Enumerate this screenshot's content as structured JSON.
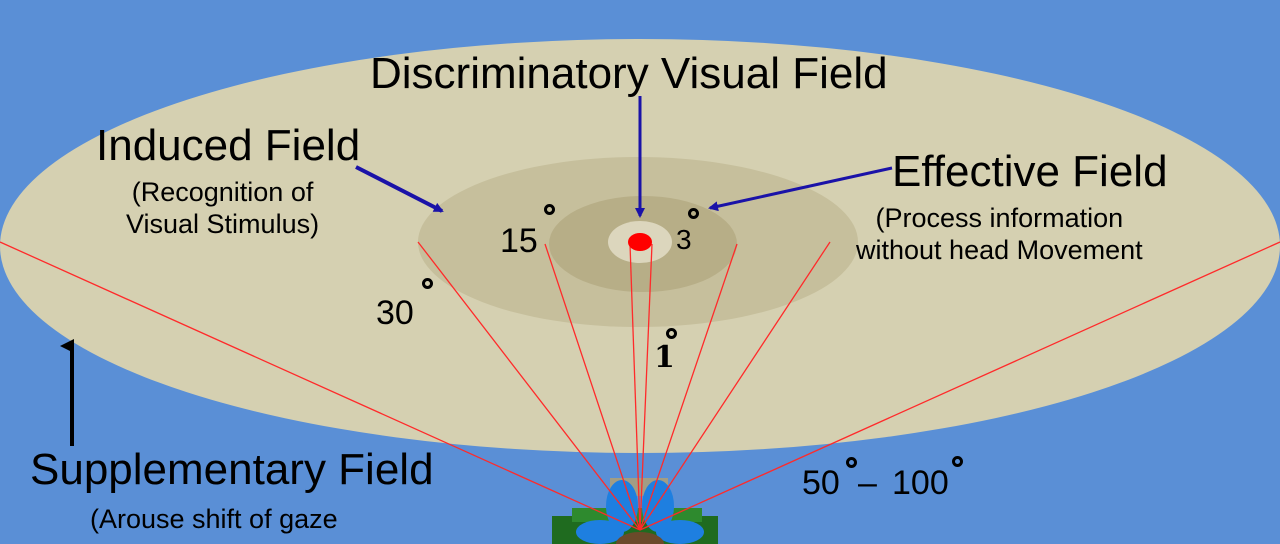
{
  "colors": {
    "background": "#5a8fd6",
    "supplementary_field": "#d5d0b1",
    "induced_field": "#c6bf9c",
    "effective_field": "#b7ae87",
    "discriminatory_field": "#dcd6bd",
    "fixation_point": "#ff0000",
    "sight_lines": "#ff2a2a",
    "pointer_arrows": "#1a12a8"
  },
  "labels": {
    "discriminatory": "Discriminatory Visual Field",
    "induced": "Induced Field",
    "induced_desc": "(Recognition of\nVisual Stimulus)",
    "effective": "Effective Field",
    "effective_desc": "(Process information\nwithout head Movement",
    "supplementary": "Supplementary Field",
    "supplementary_desc": "(Arouse shift of gaze"
  },
  "angles": {
    "deg15": "15",
    "deg3": "3",
    "deg30": "30",
    "deg1": "1",
    "deg50": "50",
    "dash": "–",
    "deg100": "100"
  },
  "icons": [
    "eye-figure-icon",
    "degree-symbol-icon",
    "arrow-icon"
  ]
}
